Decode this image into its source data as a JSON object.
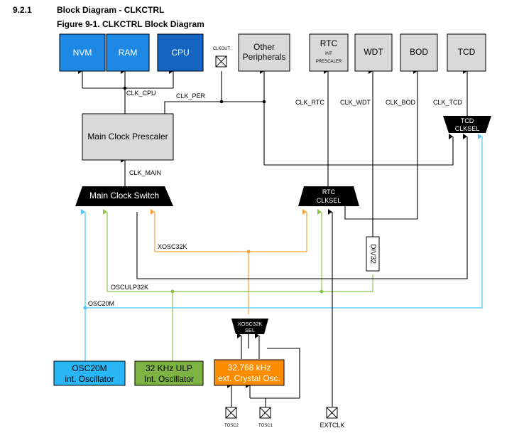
{
  "heading": {
    "section": "9.2.1",
    "section_title": "Block Diagram - CLKCTRL",
    "figure": "Figure 9-1.  CLKCTRL Block Diagram"
  },
  "blocks": {
    "nvm": "NVM",
    "ram": "RAM",
    "cpu": "CPU",
    "clkout": "CLKOUT",
    "other_line1": "Other",
    "other_line2": "Peripherals",
    "rtc": "RTC",
    "rtc_sub1": "INT",
    "rtc_sub2": "PRESCALER",
    "wdt": "WDT",
    "bod": "BOD",
    "tcd": "TCD",
    "main_prescaler": "Main Clock Prescaler",
    "main_switch": "Main Clock Switch",
    "rtc_sel1": "RTC",
    "rtc_sel2": "CLKSEL",
    "tcd_sel1": "TCD",
    "tcd_sel2": "CLKSEL",
    "xosc_sel1": "XOSC32K",
    "xosc_sel2": "SEL",
    "div32": "DIV32",
    "osc20m_1": "OSC20M",
    "osc20m_2": "int. Oscillator",
    "ulp_1": "32 KHz ULP",
    "ulp_2": "Int. Oscillator",
    "xtal_1": "32.768 kHz",
    "xtal_2": "ext. Crystal Osc.",
    "tosc2": "TOSC2",
    "tosc1": "TOSC1",
    "extclk": "EXTCLK"
  },
  "signals": {
    "clk_cpu": "CLK_CPU",
    "clk_per": "CLK_PER",
    "clk_main": "CLK_MAIN",
    "clk_rtc": "CLK_RTC",
    "clk_wdt": "CLK_WDT",
    "clk_bod": "CLK_BOD",
    "clk_tcd": "CLK_TCD",
    "xosc32k": "XOSC32K",
    "osculp32k": "OSCULP32K",
    "osc20m": "OSC20M"
  },
  "colors": {
    "blue_block": "#1E88E5",
    "cpu_block": "#1565C0",
    "grey_block": "#D9D9D9",
    "osc20m_block": "#29B6F6",
    "ulp_block": "#7CB342",
    "xtal_block": "#FB8C00",
    "osc20m_wire": "#4FC3F7",
    "ulp_wire": "#8BC34A",
    "xosc_wire": "#F5A33C"
  }
}
